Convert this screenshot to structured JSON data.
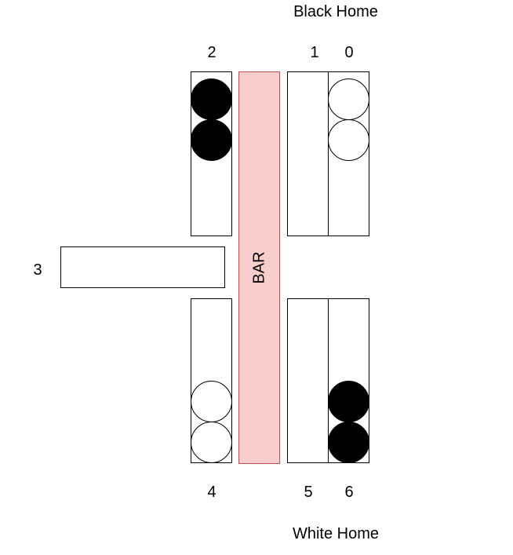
{
  "title_top": "Black Home",
  "title_bottom": "White Home",
  "bar_label": "BAR",
  "points": [
    {
      "number": "0",
      "checkers": [
        "white",
        "white"
      ]
    },
    {
      "number": "1",
      "checkers": []
    },
    {
      "number": "2",
      "checkers": [
        "black",
        "black"
      ]
    },
    {
      "number": "3",
      "checkers": []
    },
    {
      "number": "4",
      "checkers": [
        "white",
        "white"
      ]
    },
    {
      "number": "5",
      "checkers": []
    },
    {
      "number": "6",
      "checkers": [
        "black",
        "black"
      ]
    }
  ],
  "colors": {
    "bar_fill": "#f8cecc",
    "bar_stroke": "#b85450",
    "black_checker": "#000000",
    "white_checker": "#ffffff"
  }
}
